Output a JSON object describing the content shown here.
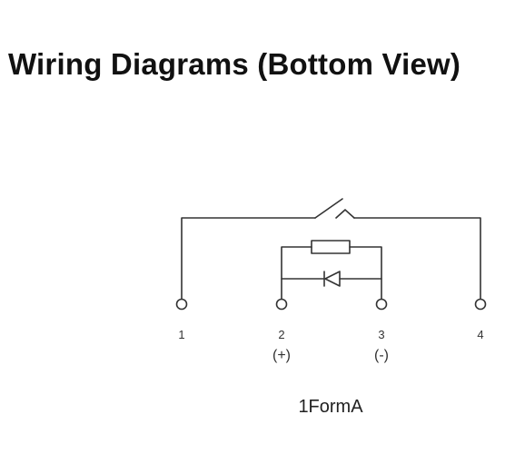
{
  "title": "Wiring Diagrams (Bottom View)",
  "pins": [
    {
      "number": "1",
      "polarity": ""
    },
    {
      "number": "2",
      "polarity": "(+)"
    },
    {
      "number": "3",
      "polarity": "(-)"
    },
    {
      "number": "4",
      "polarity": ""
    }
  ],
  "caption": "1FormA",
  "colors": {
    "line": "#333333",
    "text": "#111111"
  },
  "components": [
    "switch-contact",
    "resistor",
    "diode"
  ]
}
